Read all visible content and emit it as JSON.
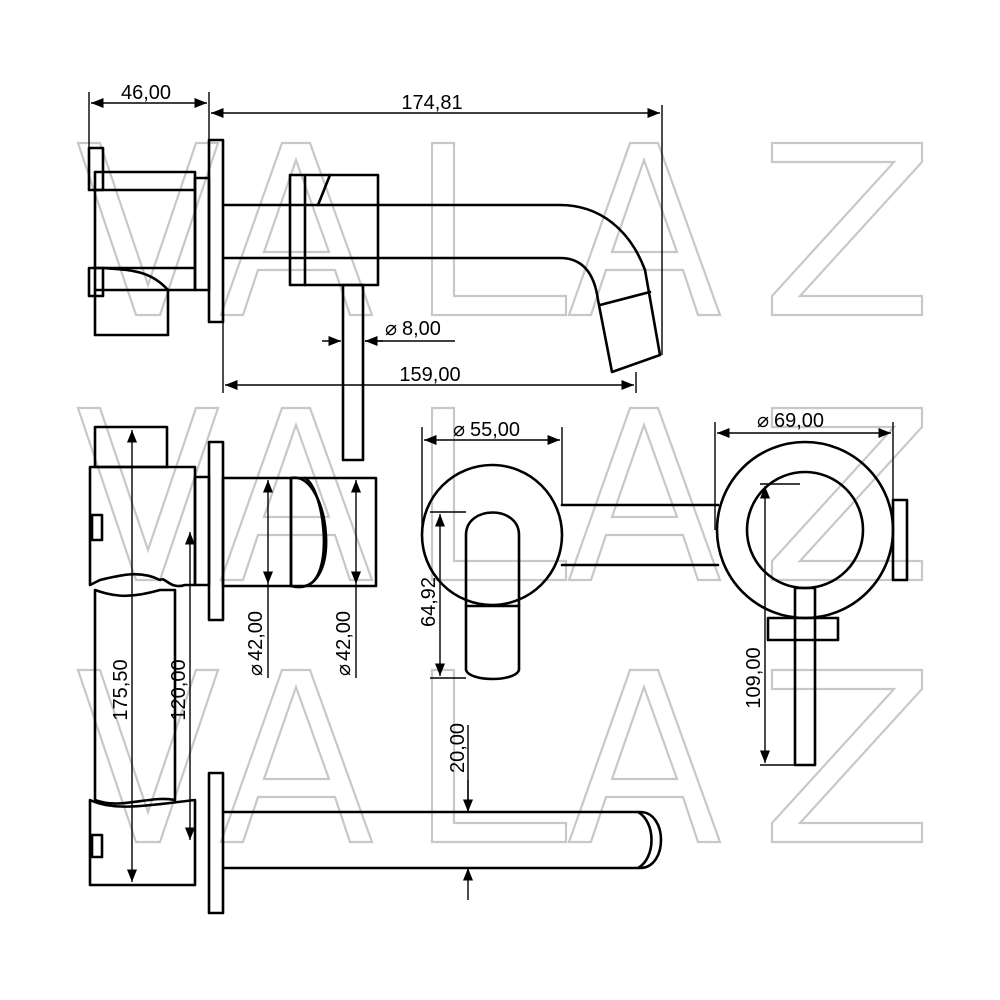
{
  "watermark": {
    "text": "VALAZ",
    "color": "#c8c8c8"
  },
  "dimensions": {
    "d_46": "46,00",
    "d_174_81": "174,81",
    "d_dia_8": "8,00",
    "d_159": "159,00",
    "d_dia_55": "55,00",
    "d_dia_69": "69,00",
    "d_64_92": "64,92",
    "d_dia_42_a": "42,00",
    "d_dia_42_b": "42,00",
    "d_175_50": "175,50",
    "d_120": "120,00",
    "d_20": "20,00",
    "d_109": "109,00"
  },
  "symbols": {
    "diameter": "⌀"
  },
  "colors": {
    "line": "#000000",
    "watermark": "#c8c8c8",
    "background": "#ffffff"
  }
}
